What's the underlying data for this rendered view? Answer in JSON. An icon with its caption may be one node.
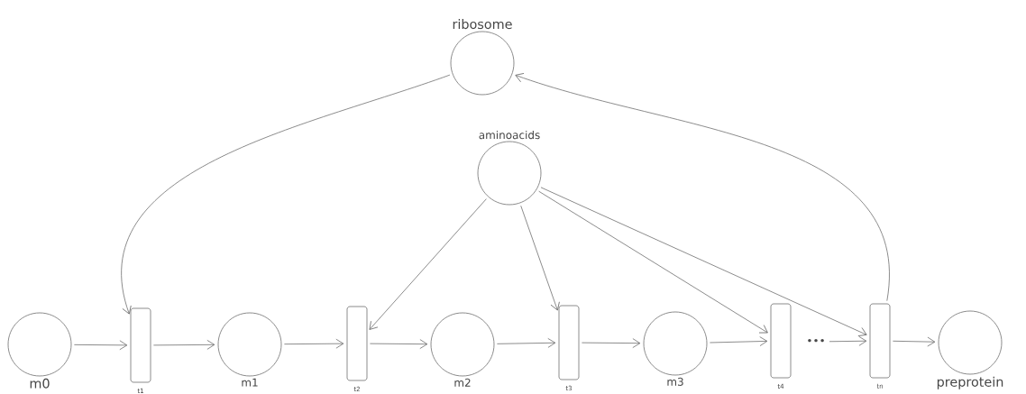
{
  "diagram": {
    "nodes": [
      {
        "text": [
          "ribosome"
        ]
      },
      {
        "text": [
          "aminoacids"
        ]
      },
      {
        "text": [
          "m0"
        ]
      },
      {
        "text": [
          "t1"
        ]
      },
      {
        "text": [
          "m1"
        ]
      },
      {
        "text": [
          "t2"
        ]
      },
      {
        "text": [
          "m2"
        ]
      },
      {
        "text": [
          "t3"
        ]
      },
      {
        "text": [
          "m3"
        ]
      },
      {
        "text": [
          "t4"
        ]
      },
      {
        "text": [
          "•••"
        ]
      },
      {
        "text": [
          "tn"
        ]
      },
      {
        "text": [
          "preprotein"
        ]
      }
    ],
    "edges": [
      {
        "from": 2,
        "to": 3,
        "arrow": "to"
      },
      {
        "from": 3,
        "to": 4,
        "arrow": "to"
      },
      {
        "from": 4,
        "to": 5,
        "arrow": "to"
      },
      {
        "from": 5,
        "to": 6,
        "arrow": "to"
      },
      {
        "from": 6,
        "to": 7,
        "arrow": "to"
      },
      {
        "from": 7,
        "to": 8,
        "arrow": "to"
      },
      {
        "from": 8,
        "to": 9,
        "arrow": "to"
      },
      {
        "from": 10,
        "to": 11,
        "arrow": "to"
      },
      {
        "from": 11,
        "to": 12,
        "arrow": "to"
      },
      {
        "from": 0,
        "to": 3,
        "arrow": "to"
      },
      {
        "from": 1,
        "to": 5,
        "arrow": "to"
      },
      {
        "from": 1,
        "to": 7,
        "arrow": "to"
      },
      {
        "from": 1,
        "to": 9,
        "arrow": "to"
      },
      {
        "from": 1,
        "to": 11,
        "arrow": "to"
      },
      {
        "from": 11,
        "to": 0,
        "arrow": "to"
      }
    ]
  }
}
